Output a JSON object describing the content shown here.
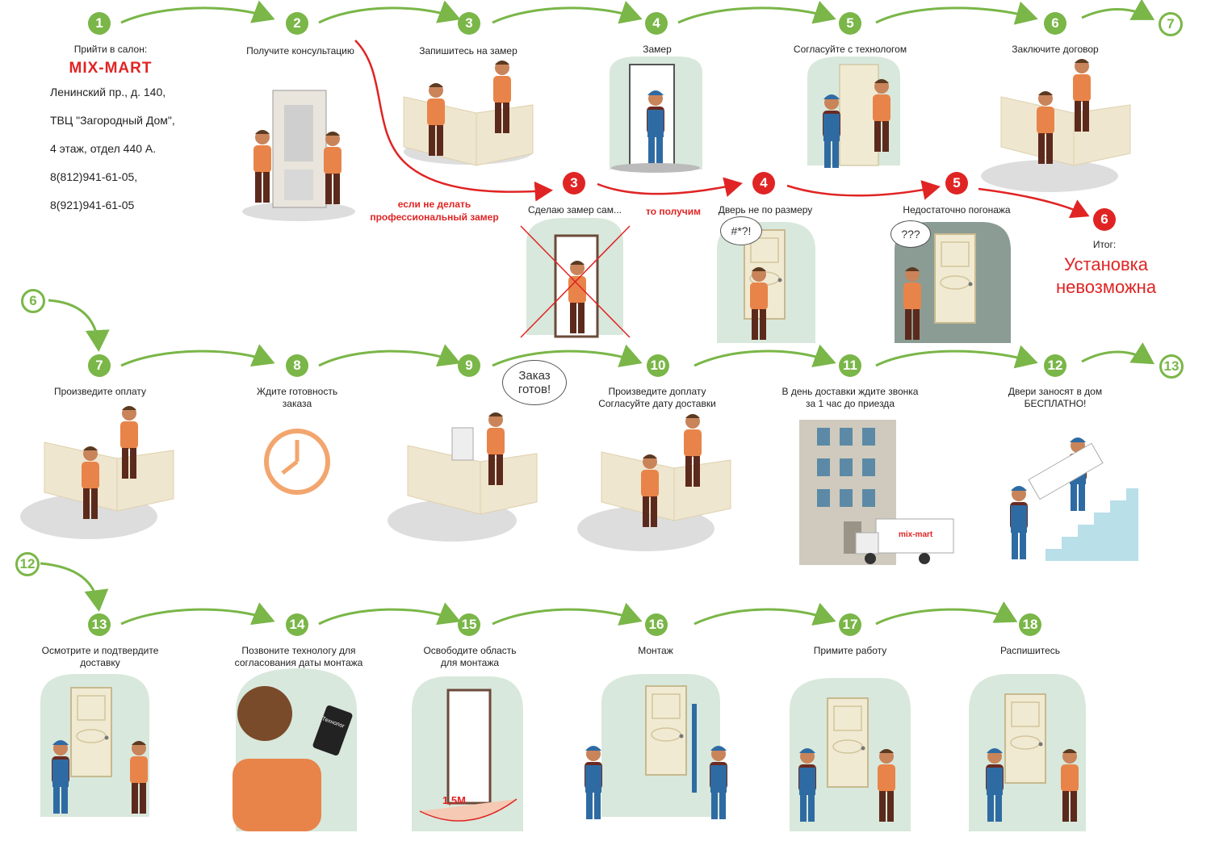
{
  "salon": {
    "intro": "Прийти в салон:",
    "brand": "MIX-MART",
    "lines": [
      "Ленинский пр., д. 140,",
      "ТВЦ \"Загородный Дом\",",
      "4 этаж, отдел 440 А.",
      "8(812)941-61-05,",
      "8(921)941-61-05"
    ]
  },
  "steps": [
    {
      "n": "1",
      "label": ""
    },
    {
      "n": "2",
      "label": "Получите консультацию"
    },
    {
      "n": "3",
      "label": "Запишитесь на замер"
    },
    {
      "n": "4",
      "label": "Замер"
    },
    {
      "n": "5",
      "label": "Согласуйте с технологом"
    },
    {
      "n": "6",
      "label": "Заключите договор"
    },
    {
      "n": "7",
      "label": "Произведите оплату"
    },
    {
      "n": "8",
      "label": "Ждите готовность\nзаказа"
    },
    {
      "n": "9",
      "label": ""
    },
    {
      "n": "10",
      "label": "Произведите доплату\nСогласуйте дату доставки"
    },
    {
      "n": "11",
      "label": "В день доставки ждите звонка\nза 1 час до приезда"
    },
    {
      "n": "12",
      "label": "Двери заносят в дом\nБЕСПЛАТНО!"
    },
    {
      "n": "13",
      "label": "Осмотрите и подтвердите\nдоставку"
    },
    {
      "n": "14",
      "label": "Позвоните технологу для\nсогласования даты монтажа"
    },
    {
      "n": "15",
      "label": "Освободите область\nдля монтажа"
    },
    {
      "n": "16",
      "label": "Монтаж"
    },
    {
      "n": "17",
      "label": "Примите работу"
    },
    {
      "n": "18",
      "label": "Распишитесь"
    }
  ],
  "next_refs": {
    "row1": "7",
    "row2": "13",
    "row2_start": "6",
    "row3_start": "12"
  },
  "bad_path": {
    "branch_label": "если не делать\nпрофессиональный замер",
    "result_label": "то получим",
    "steps": [
      {
        "n": "3",
        "label": "Сделаю замер сам..."
      },
      {
        "n": "4",
        "label": "Дверь не по размеру"
      },
      {
        "n": "5",
        "label": "Недостаточно погонажа"
      },
      {
        "n": "6",
        "label": ""
      }
    ],
    "outcome_label": "Итог:",
    "outcome": "Установка\nневозможна"
  },
  "bubbles": {
    "angry": "#*?!",
    "question": "???",
    "order_ready": "Заказ\nготов!"
  },
  "truck_logo": "mix-mart",
  "measure_label": "1,5М",
  "phone_screen": "Технолог",
  "colors": {
    "green": "#7ab648",
    "red": "#e02424",
    "orange": "#e8844a",
    "counter": "#efe6cf",
    "overall": "#2f6ba3",
    "wall": "#d8e8dc"
  }
}
